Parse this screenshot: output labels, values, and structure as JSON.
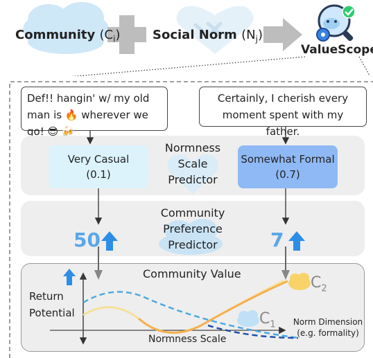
{
  "header": {
    "community_label": "Community",
    "community_symbol": "(C",
    "community_sub": "i",
    "norm_label": "Social Norm",
    "norm_symbol": "(N",
    "norm_sub": "j",
    "brand": "ValueScope",
    "plus_symbol": "+",
    "close_paren": ")"
  },
  "quotes": {
    "left": "Def!! hangin' w/ my old man is 🔥  wherever we go! 😎 🍻",
    "right": "Certainly, I cherish every moment spent with my father."
  },
  "normness_predictor": {
    "title": "Normness Scale Predictor",
    "left_box": {
      "label": "Very Casual",
      "score": "(0.1)"
    },
    "right_box": {
      "label": "Somewhat Formal",
      "score": "(0.7)"
    }
  },
  "preference_predictor": {
    "title": "Community Preference Predictor",
    "left_value": "50",
    "right_value": "7"
  },
  "community_value": {
    "title": "Community Value",
    "y_label": "Return Potential",
    "x_label": "Normness Scale",
    "norm_dimension": "Norm Dimension (e.g. formality)",
    "c1": "C",
    "c1_sub": "1",
    "c2": "C",
    "c2_sub": "2"
  },
  "colors": {
    "accent_blue": "#2d8ee6",
    "number_blue": "#5aa7e8",
    "casual_box": "#dcf3fb",
    "formal_box": "#8fb9f5",
    "curve_orange": "#f5b050",
    "curve_yellow": "#f7e09a",
    "curve_blue_dash": "#4aa9e0",
    "curve_navy_dash": "#1f4fa8"
  }
}
